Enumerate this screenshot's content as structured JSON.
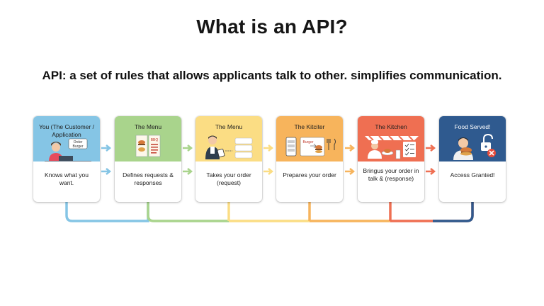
{
  "title": "What is an API?",
  "subtitle": "API: a set of rules that allows applicants talk to other. simplifies communication.",
  "steps": [
    {
      "title": "You (The Customer / Application",
      "body": "Knows what you want.",
      "badge": "Order Burger",
      "color": "#85c5e5"
    },
    {
      "title": "The Menu",
      "body": "Defines requests & responses",
      "menu_label": "BBQ",
      "color": "#a9d48c"
    },
    {
      "title": "The Menu",
      "body": "Takes your order (request)",
      "color": "#fbdd84"
    },
    {
      "title": "The Kitciter",
      "body": "Prepares your order",
      "screen_label": "Burger",
      "color": "#f7b45c"
    },
    {
      "title": "The Kitchen",
      "body": "Bringus your order in talk & (response)",
      "color": "#ef6f52"
    },
    {
      "title": "Food Served!",
      "body": "Access Granted!",
      "color": "#2f5a8f"
    }
  ],
  "icons": [
    "user-at-laptop-icon",
    "menu-card-icon",
    "waiter-with-tablet-icon",
    "kitchen-screen-icon",
    "chef-checklist-icon",
    "customer-eating-lock-icon"
  ]
}
